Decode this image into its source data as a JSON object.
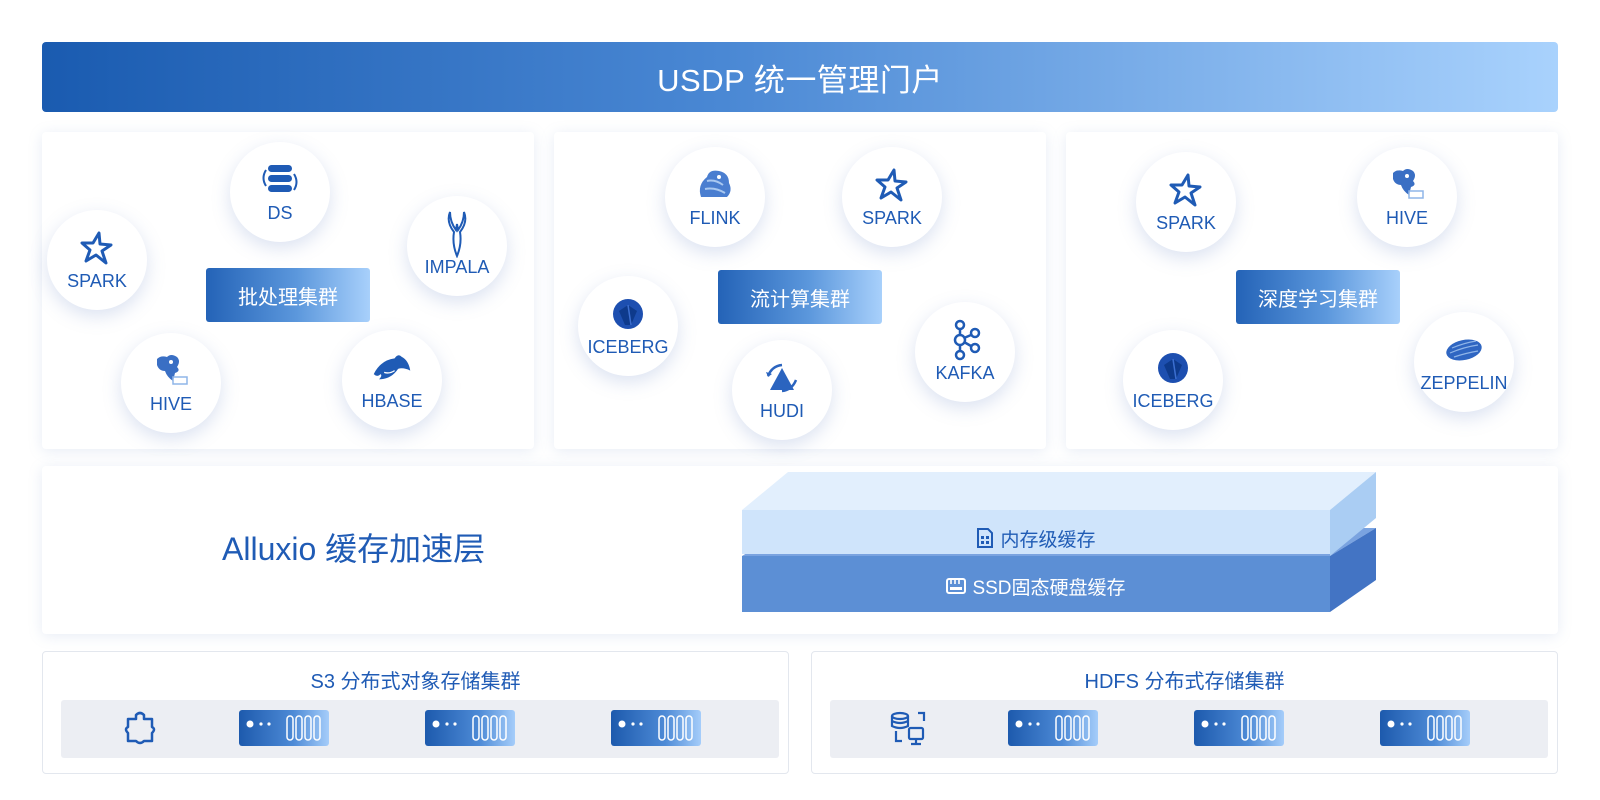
{
  "header": {
    "title": "USDP 统一管理门户"
  },
  "clusters": [
    {
      "label": "批处理集群",
      "nodes": [
        {
          "label": "DS",
          "icon": "ds-icon"
        },
        {
          "label": "SPARK",
          "icon": "spark-icon"
        },
        {
          "label": "IMPALA",
          "icon": "impala-icon"
        },
        {
          "label": "HIVE",
          "icon": "hive-icon"
        },
        {
          "label": "HBASE",
          "icon": "hbase-icon"
        }
      ]
    },
    {
      "label": "流计算集群",
      "nodes": [
        {
          "label": "FLINK",
          "icon": "flink-icon"
        },
        {
          "label": "SPARK",
          "icon": "spark-icon"
        },
        {
          "label": "ICEBERG",
          "icon": "iceberg-icon"
        },
        {
          "label": "KAFKA",
          "icon": "kafka-icon"
        },
        {
          "label": "HUDI",
          "icon": "hudi-icon"
        }
      ]
    },
    {
      "label": "深度学习集群",
      "nodes": [
        {
          "label": "SPARK",
          "icon": "spark-icon"
        },
        {
          "label": "HIVE",
          "icon": "hive-icon"
        },
        {
          "label": "ICEBERG",
          "icon": "iceberg-icon"
        },
        {
          "label": "ZEPPELIN",
          "icon": "zeppelin-icon"
        }
      ]
    }
  ],
  "cache": {
    "title": "Alluxio 缓存加速层",
    "memory_label": "内存级缓存",
    "ssd_label": "SSD固态硬盘缓存"
  },
  "storage": [
    {
      "title": "S3 分布式对象存储集群",
      "icon": "object-storage-icon",
      "servers": 3
    },
    {
      "title": "HDFS 分布式存储集群",
      "icon": "hdfs-storage-icon",
      "servers": 3
    }
  ],
  "colors": {
    "primary": "#1f5bb5",
    "gradient_start": "#1a5bb0",
    "gradient_end": "#a9d2fd",
    "memory_layer": "#cfe4fb",
    "ssd_layer": "#5c8fd5"
  }
}
